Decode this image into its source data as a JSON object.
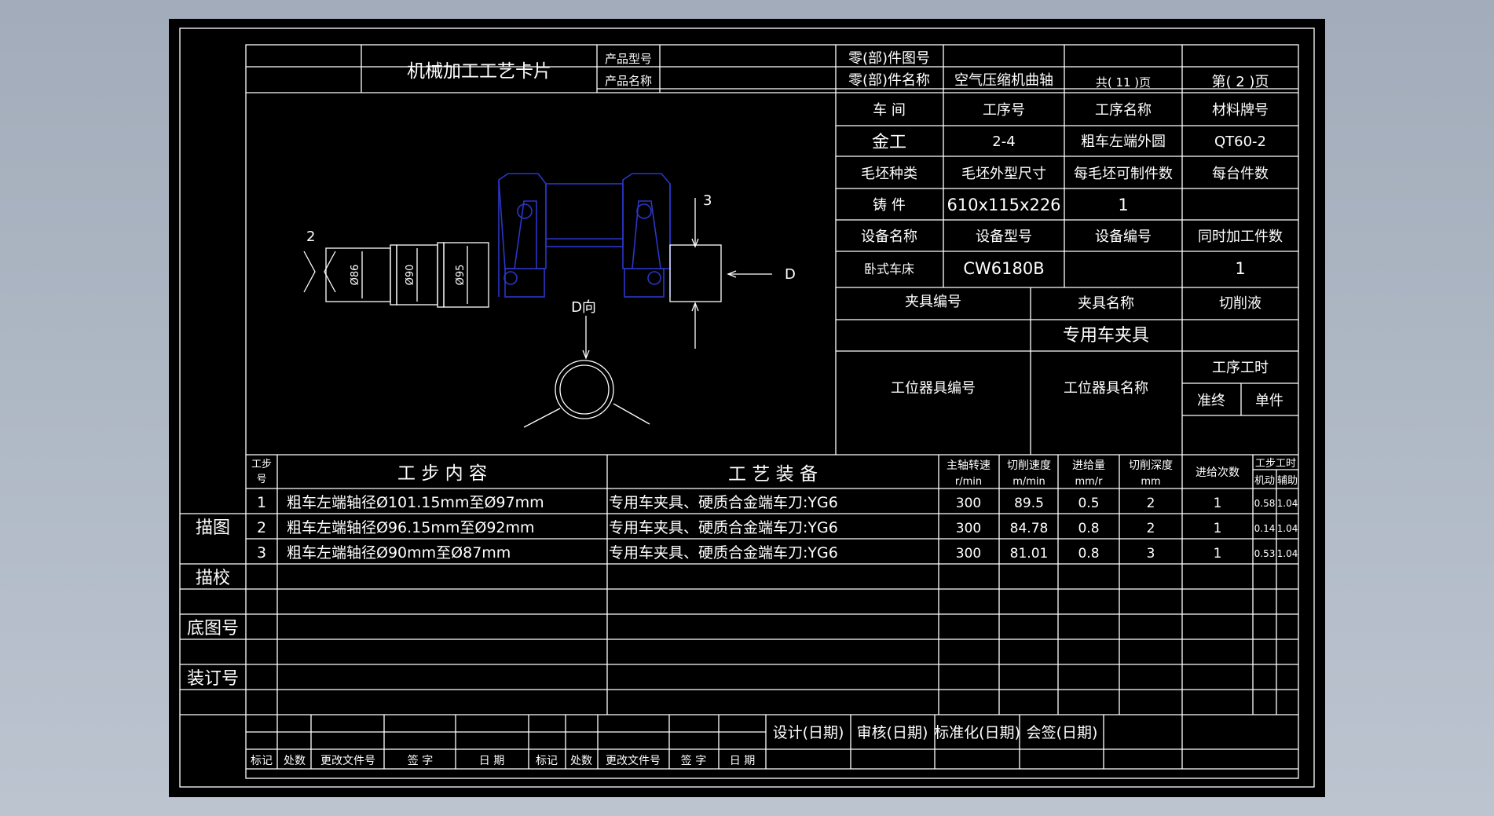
{
  "card": {
    "title": "机械加工工艺卡片",
    "product_model_label": "产品型号",
    "product_name_label": "产品名称",
    "part_drawing_no_label": "零(部)件图号",
    "part_name_label": "零(部)件名称",
    "part_name": "空气压缩机曲轴",
    "total_pages": "共( 11 )页",
    "page_no": "第( 2 )页"
  },
  "info": {
    "workshop_label": "车  间",
    "process_no_label": "工序号",
    "process_name_label": "工序名称",
    "material_label": "材料牌号",
    "workshop": "金工",
    "process_no": "2-4",
    "process_name": "粗车左端外圆",
    "material": "QT60-2",
    "blank_type_label": "毛坯种类",
    "blank_size_label": "毛坯外型尺寸",
    "parts_per_blank_label": "每毛坯可制件数",
    "parts_per_unit_label": "每台件数",
    "blank_type": "铸  件",
    "blank_size": "610x115x226",
    "parts_per_blank": "1",
    "equipment_name_label": "设备名称",
    "equipment_model_label": "设备型号",
    "equipment_no_label": "设备编号",
    "simultaneous_label": "同时加工件数",
    "equipment_name": "卧式车床",
    "equipment_model": "CW6180B",
    "simultaneous": "1",
    "fixture_no_label": "夹具编号",
    "fixture_name_label": "夹具名称",
    "coolant_label": "切削液",
    "fixture_name": "专用车夹具",
    "station_tool_no_label": "工位器具编号",
    "station_tool_name_label": "工位器具名称",
    "process_time_label": "工序工时",
    "prep_label": "准终",
    "unit_label": "单件"
  },
  "drawing": {
    "label_2": "2",
    "label_3": "3",
    "label_d": "D",
    "view_label": "D向",
    "dim_86": "Ø86",
    "dim_90": "Ø90",
    "dim_95": "Ø95"
  },
  "steps_header": {
    "step_no_line1": "工步",
    "step_no_line2": "号",
    "content": "工  步  内  容",
    "equipment": "工  艺  装  备",
    "spindle_speed": "主轴转速",
    "spindle_unit": "r/min",
    "cutting_speed": "切削速度",
    "cutting_unit": "m/min",
    "feed": "进给量",
    "feed_unit": "mm/r",
    "depth": "切削深度",
    "depth_unit": "mm",
    "passes": "进给次数",
    "step_time": "工步工时",
    "machine_time": "机动",
    "aux_time": "辅助"
  },
  "steps": [
    {
      "no": "1",
      "content": "粗车左端轴径Ø101.15mm至Ø97mm",
      "equipment": "专用车夹具、硬质合金端车刀:YG6",
      "speed": "300",
      "cut_speed": "89.5",
      "feed": "0.5",
      "depth": "2",
      "passes": "1",
      "machine": "0.58",
      "aux": "1.04"
    },
    {
      "no": "2",
      "content": "粗车左端轴径Ø96.15mm至Ø92mm",
      "equipment": "专用车夹具、硬质合金端车刀:YG6",
      "speed": "300",
      "cut_speed": "84.78",
      "feed": "0.8",
      "depth": "2",
      "passes": "1",
      "machine": "0.14",
      "aux": "1.04"
    },
    {
      "no": "3",
      "content": "粗车左端轴径Ø90mm至Ø87mm",
      "equipment": "专用车夹具、硬质合金端车刀:YG6",
      "speed": "300",
      "cut_speed": "81.01",
      "feed": "0.8",
      "depth": "3",
      "passes": "1",
      "machine": "0.53",
      "aux": "1.04"
    }
  ],
  "side_labels": {
    "tracing": "描图",
    "trace_check": "描校",
    "base_drawing_no": "底图号",
    "binding_no": "装订号"
  },
  "signoff": {
    "design": "设计(日期)",
    "review": "审核(日期)",
    "standardize": "标准化(日期)",
    "countersign": "会签(日期)"
  },
  "revision": {
    "mark": "标记",
    "count": "处数",
    "change_doc": "更改文件号",
    "sign": "签  字",
    "date": "日  期",
    "mark2": "标记",
    "count2": "处数",
    "change_doc2": "更改文件号",
    "sign2": "签  字",
    "date2": "日 期"
  },
  "colors": {
    "background": "#000000",
    "lines": "#ffffff",
    "part_outline": "#2b36c8",
    "viewport": "#a2acba"
  }
}
